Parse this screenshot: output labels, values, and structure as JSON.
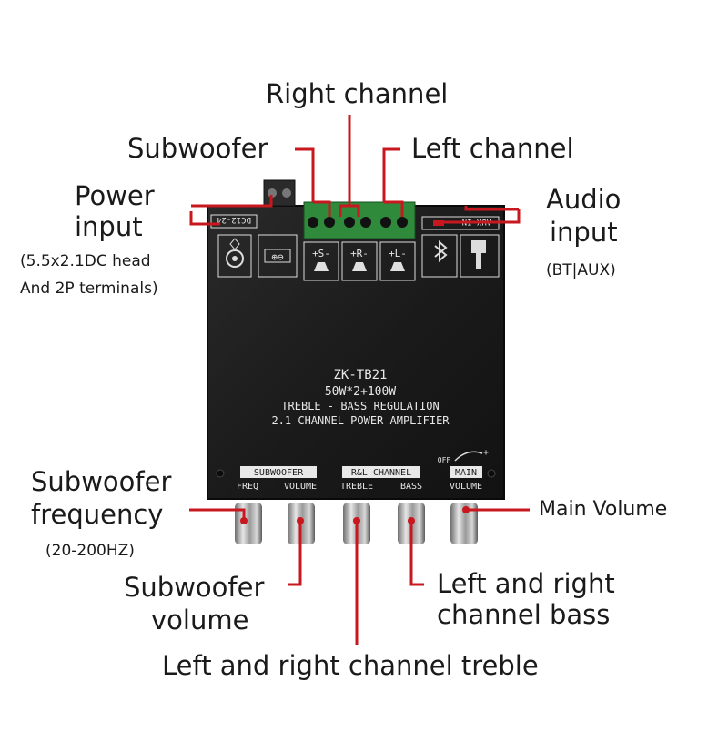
{
  "labels": {
    "right_channel": "Right channel",
    "subwoofer": "Subwoofer",
    "left_channel": "Left channel",
    "power_input_line1": "Power",
    "power_input_line2": "input",
    "power_input_note1": "(5.5x2.1DC head",
    "power_input_note2": "And 2P terminals)",
    "audio_input_line1": "Audio",
    "audio_input_line2": "input",
    "audio_input_note": "(BT|AUX)",
    "sub_freq_line1": "Subwoofer",
    "sub_freq_line2": "frequency",
    "sub_freq_note": "(20-200HZ)",
    "sub_volume_line1": "Subwoofer",
    "sub_volume_line2": "volume",
    "main_volume": "Main Volume",
    "bass_line1": "Left and right",
    "bass_line2": "channel bass",
    "treble": "Left and right channel treble"
  },
  "board": {
    "model": "ZK-TB21",
    "power_rating": "50W*2+100W",
    "regulation": "TREBLE - BASS REGULATION",
    "amp_type": "2.1 CHANNEL POWER AMPLIFIER",
    "dc_label": "DC12-24",
    "aux_label": "AUX-IN",
    "sub_terminal": "+S-",
    "right_terminal": "+R-",
    "left_terminal": "+L-",
    "group_subwoofer": "SUBWOOFER",
    "group_rl": "R&L CHANNEL",
    "group_main": "MAIN",
    "knob_freq": "FREQ",
    "knob_volume": "VOLUME",
    "knob_treble": "TREBLE",
    "knob_bass": "BASS",
    "knob_main_volume": "VOLUME",
    "off": "OFF",
    "plus": "+"
  },
  "colors": {
    "leader": "#c8171e",
    "board": "#1b1b1b",
    "silkscreen": "#e8e8e8",
    "terminal": "#2f8a3c",
    "knob": "#b9b9b9"
  },
  "icons": [
    "power-jack-icon",
    "dc-terminal-icon",
    "speaker-icon",
    "bluetooth-icon",
    "aux-jack-icon"
  ]
}
